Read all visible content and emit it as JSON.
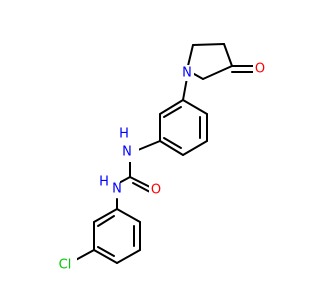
{
  "molecule": {
    "atoms": {
      "n_ring": {
        "label": "N",
        "color": "#0000FF"
      },
      "o_keto": {
        "label": "O",
        "color": "#FF0000"
      },
      "nh_upper": {
        "label": "N",
        "h": "H",
        "color": "#0000FF"
      },
      "o_urea": {
        "label": "O",
        "color": "#FF0000"
      },
      "nh_lower": {
        "label": "N",
        "h": "H",
        "color": "#0000FF"
      },
      "cl": {
        "label": "Cl",
        "color": "#00CC00"
      }
    }
  }
}
